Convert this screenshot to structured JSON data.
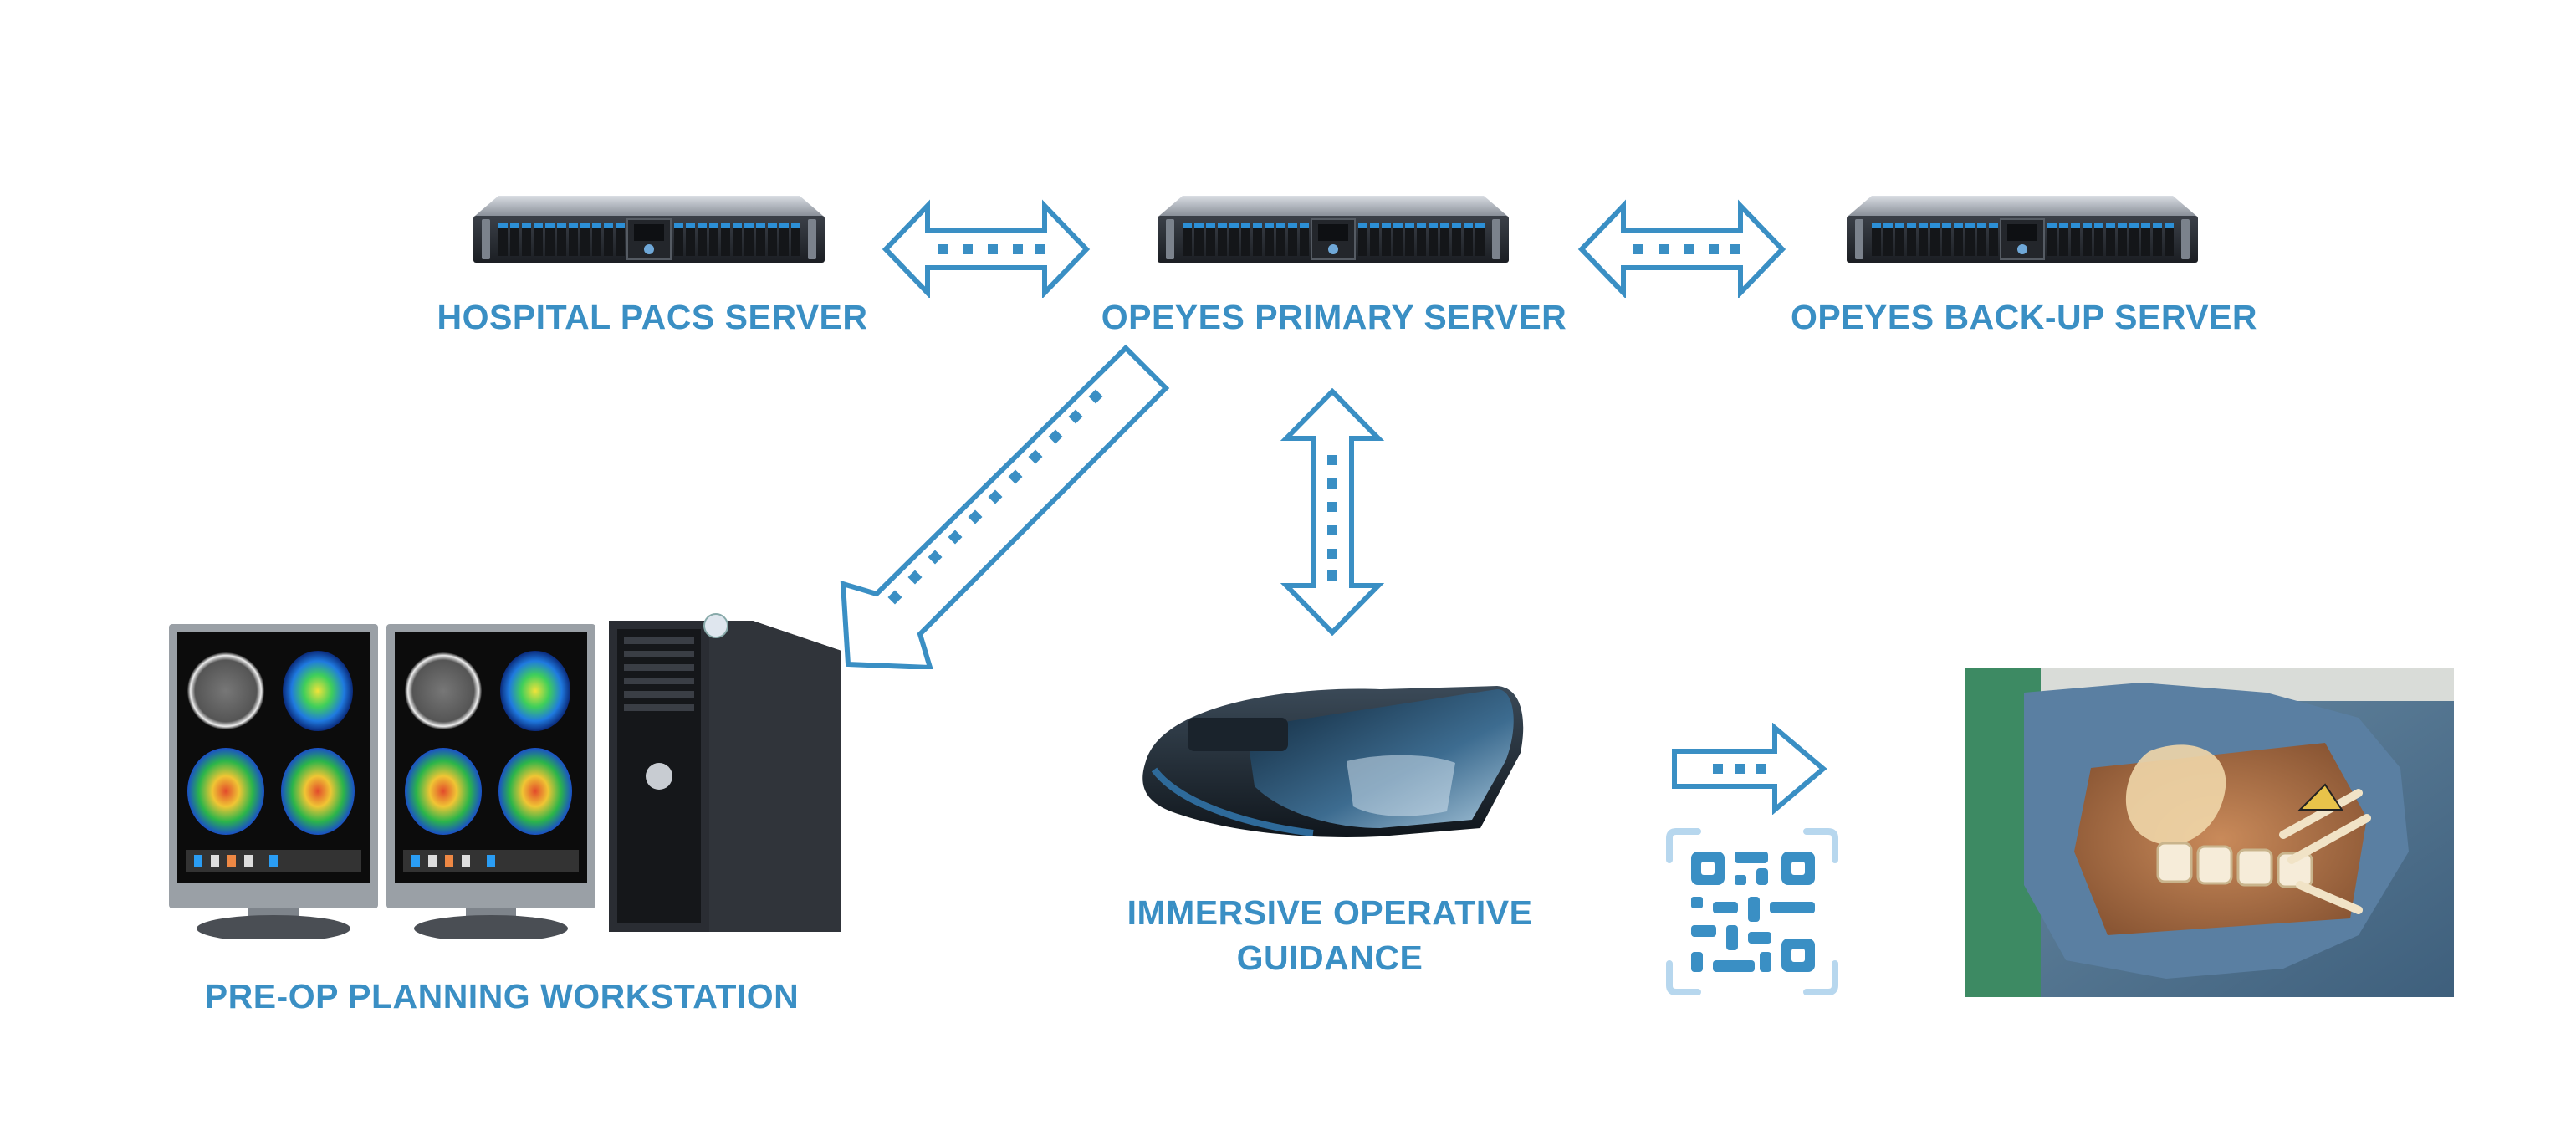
{
  "nodes": {
    "hospital_pacs_server": {
      "label": "HOSPITAL PACS SERVER",
      "icon": "server-rack-icon"
    },
    "opeyes_primary_server": {
      "label": "OPEYES PRIMARY SERVER",
      "icon": "server-rack-icon"
    },
    "opeyes_backup_server": {
      "label": "OPEYES BACK-UP SERVER",
      "icon": "server-rack-icon"
    },
    "preop_workstation": {
      "label": "PRE-OP PLANNING WORKSTATION",
      "icon": "workstation-monitors-tower-icon"
    },
    "immersive_guidance": {
      "label_line1": "IMMERSIVE OPERATIVE",
      "label_line2": "GUIDANCE",
      "icon": "ar-headset-icon"
    },
    "qr_code": {
      "icon": "qr-code-icon"
    },
    "surgical_view": {
      "icon": "surgical-hologram-photo-icon"
    }
  },
  "edges": [
    {
      "from": "hospital_pacs_server",
      "to": "opeyes_primary_server",
      "style": "double-dotted"
    },
    {
      "from": "opeyes_primary_server",
      "to": "opeyes_backup_server",
      "style": "double-dotted"
    },
    {
      "from": "opeyes_primary_server",
      "to": "preop_workstation",
      "style": "single-dotted"
    },
    {
      "from": "opeyes_primary_server",
      "to": "immersive_guidance",
      "style": "double-dotted"
    },
    {
      "from": "immersive_guidance",
      "to": "surgical_view",
      "style": "single-dotted"
    }
  ],
  "colors": {
    "accent": "#3a8fc4",
    "server_body": "#2b2f36",
    "server_led": "#2c8fd6"
  }
}
